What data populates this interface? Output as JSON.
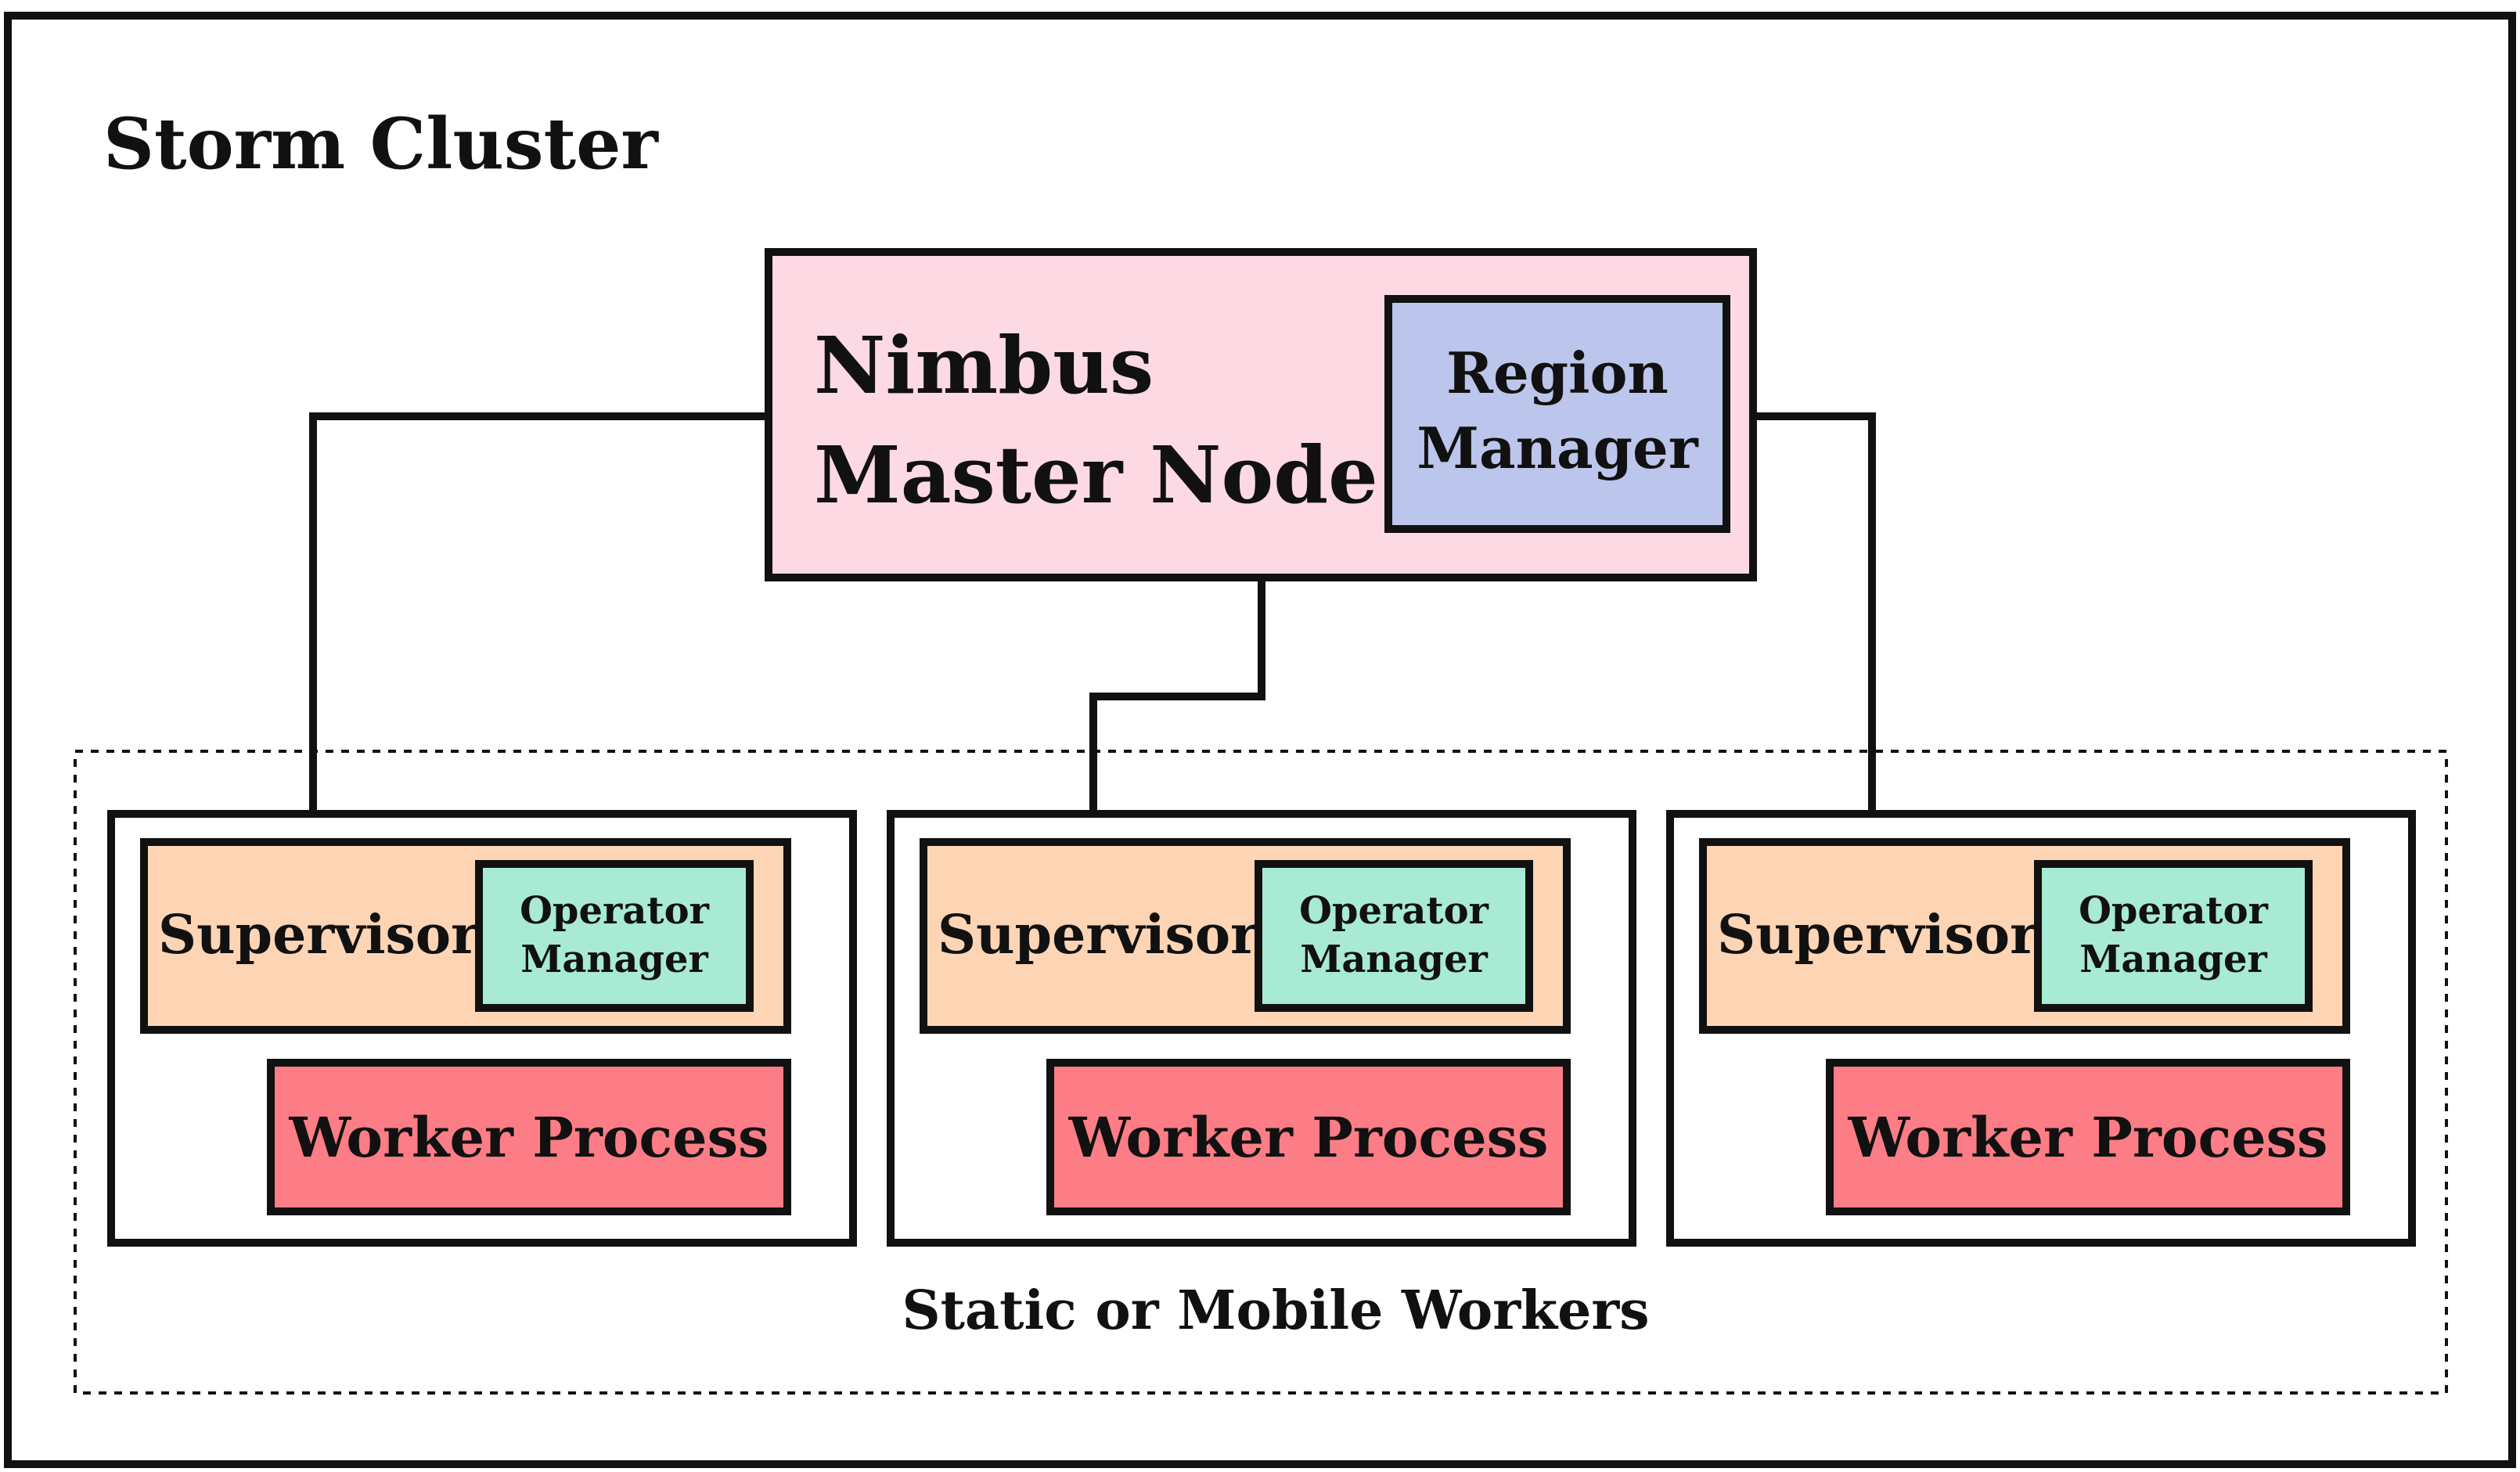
{
  "diagram": {
    "cluster_title": "Storm Cluster",
    "master": {
      "line1": "Nimbus",
      "line2": "Master Node",
      "region_line1": "Region",
      "region_line2": "Manager"
    },
    "workers_group_label": "Static or Mobile Workers",
    "workers": [
      {
        "supervisor": "Supervisor",
        "op_line1": "Operator",
        "op_line2": "Manager",
        "worker": "Worker Process"
      },
      {
        "supervisor": "Supervisor",
        "op_line1": "Operator",
        "op_line2": "Manager",
        "worker": "Worker Process"
      },
      {
        "supervisor": "Supervisor",
        "op_line1": "Operator",
        "op_line2": "Manager",
        "worker": "Worker Process"
      }
    ]
  },
  "colors": {
    "master_fill": "#fdd9e4",
    "region_fill": "#bcc5eb",
    "supervisor_fill": "#fdd4b4",
    "operator_fill": "#a8ead4",
    "worker_fill": "#fd7d86",
    "stroke": "#111111"
  }
}
